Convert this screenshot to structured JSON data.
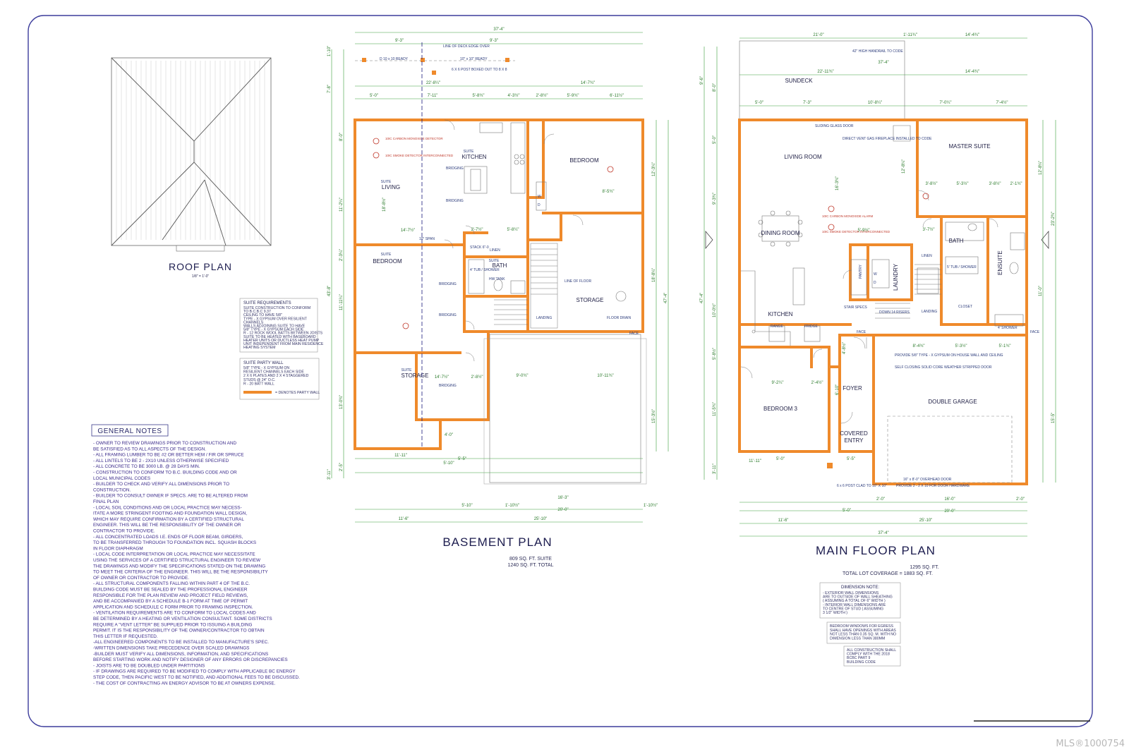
{
  "colors": {
    "wall": "#ef8a2b",
    "dimension": "#2a7a2a",
    "notes": "#3a2a8a",
    "border": "#3d3d9c",
    "red": "#c0392b"
  },
  "roof": {
    "title": "ROOF PLAN",
    "scale": "1/8\" = 1'-0\""
  },
  "basement": {
    "title": "BASEMENT PLAN",
    "area1": "809 SQ. FT. SUITE",
    "area2": "1240 SQ. FT. TOTAL",
    "rooms": {
      "kitchen": [
        "SUITE",
        "KITCHEN"
      ],
      "living": [
        "SUITE",
        "LIVING"
      ],
      "bedroom_suite": [
        "SUITE",
        "BEDROOM"
      ],
      "bedroom": "BEDROOM",
      "bath": [
        "SUITE",
        "BATH"
      ],
      "storage": "STORAGE",
      "storage_suite": [
        "SUITE",
        "STORAGE"
      ]
    },
    "dims_top": [
      "37'-4\"",
      "9'-3\"",
      "9'-3\"",
      "22'-8¼\"",
      "14'-7¾\"",
      "5'-0\"",
      "7'-11\"",
      "5'-8¾\"",
      "4'-3½\"",
      "2'-8½\"",
      "5'-9¾\"",
      "6'-11½\""
    ],
    "dims_bottom": [
      "11'-11\"",
      "5'-10\"",
      "5'-10\"",
      "1'-10½\"",
      "20'-0\"",
      "16'-3\"",
      "11'-6\"",
      "25'-10\"",
      "1'-10½\""
    ],
    "dims_left": [
      "1'-10\"",
      "7'-8\"",
      "8'-0\"",
      "11'-2¼\"",
      "2'-3¼\"",
      "43'-8\"",
      "11'-11¼\"",
      "13'-0¾\"",
      "2'-5\"",
      "3'-11\""
    ],
    "dims_right": [
      "12'-3¼\"",
      "18'-8¼\"",
      "47'-4\"",
      "15'-3½\""
    ],
    "dims_inner": [
      "14'-7½\"",
      "18'-8½\"",
      "8'-5¾\"",
      "5'-8¼\"",
      "2'-7½\"",
      "9'-0¾\"",
      "10'-11¾\"",
      "14'-7½\"",
      "2'-8½\"",
      "4'-0\"",
      "5'-5\""
    ],
    "labels_misc": [
      "BRIDGING",
      "10\" SPAN",
      "LINE OF FLOOR",
      "LANDING",
      "FLOOR DRAIN",
      "FACE",
      "4' TUB / SHOWER",
      "HW TANK",
      "STACK 6\"-0",
      "LINEN",
      "W",
      "D",
      "LINE OF DECK EDGE OVER",
      "6 X 6 POST BOXED OUT TO 8 X 8",
      "D 10 x 10 READY",
      "10\" x 10\" READY"
    ],
    "red_notes": [
      "10IC CARBON MONOXIDE DETECTOR",
      "10IC SMOKE DETECTOR INTERCONNECTED"
    ]
  },
  "main": {
    "title": "MAIN FLOOR PLAN",
    "area1": "1295 SQ. FT.",
    "area2": "TOTAL LOT COVERAGE = 1883 SQ. FT.",
    "rooms": {
      "sundeck": "SUNDECK",
      "living": "LIVING ROOM",
      "master": "MASTER SUITE",
      "dining": "DINING ROOM",
      "kitchen": "KITCHEN",
      "bath": "BATH",
      "ensuite": "ENSUITE",
      "laundry": "LAUNDRY",
      "pantry": "PANTRY",
      "bedroom3": "BEDROOM 3",
      "foyer": "FOYER",
      "covered": [
        "COVERED",
        "ENTRY"
      ],
      "garage": "DOUBLE GARAGE"
    },
    "dims_top": [
      "21'-0\"",
      "1'-11¾\"",
      "14'-4¾\"",
      "37'-4\"",
      "22'-11¾\"",
      "14'-4¾\"",
      "5'-0\"",
      "7'-3\"",
      "10'-8¼\"",
      "7'-0¼\"",
      "7'-4½\""
    ],
    "dims_bottom": [
      "11'-11\"",
      "5'-0\"",
      "5'-0\"",
      "5'-5\"",
      "2'-0\"",
      "16'-0\"",
      "2'-0\"",
      "20'-0\"",
      "11'-6\"",
      "25'-10\"",
      "37'-4\""
    ],
    "dims_left": [
      "9'-6\"",
      "8'-0\"",
      "5'-0\"",
      "9'-3¾\"",
      "47'-4\"",
      "10'-0½\"",
      "5'-8½\"",
      "11'-5¾\"",
      "3'-11\""
    ],
    "dims_right": [
      "12'-8¼\"",
      "23'-2¾\"",
      "11'-0\"",
      "15'-5\""
    ],
    "dims_inner": [
      "3'-8½\"",
      "5'-3½\"",
      "3'-8½\"",
      "2'-1¾\"",
      "3'-7½\"",
      "8'-4¾\"",
      "5'-3½\"",
      "5'-1¾\"",
      "9'-2¼\"",
      "2'-4½\"",
      "12'-8¼\"",
      "16'-3¾\"",
      "4'-8½\"",
      "5'-9½\"",
      "6'-10\""
    ],
    "labels_misc": [
      "42\" HIGH HANDRAIL TO CODE",
      "SLIDING GLASS DOOR",
      "DIRECT VENT GAS FIREPLACE INSTALLED TO CODE",
      "STAIR SPECS",
      "DOWN 14 RISERS",
      "LANDING",
      "FRIDGE",
      "RANGE",
      "FACE",
      "5' TUB / SHOWER",
      "CLOSET",
      "4' SHOWER",
      "W",
      "D",
      "LINEN",
      "16\" x 8'-0\" OVERHEAD DOOR",
      "PROVIDE 2 - 2 X 10 FOR DOOR HARDWARE",
      "6 x 6 POST CLAD TO 10\" X 10\"",
      "PROVIDE 5/8\" TYPE - X GYPSUM ON HOUSE WALL AND CEILING",
      "SELF CLOSING SOLID CORE WEATHER STRIPPED DOOR"
    ],
    "red_notes": [
      "10IC CARBON MONOXIDE ALARM",
      "10IC SMOKE DETECTOR INTERCONNECTED"
    ]
  },
  "suite_req": {
    "title": "SUITE REQUIREMENTS",
    "lines": [
      "SUITE CONSTRUCTION TO CONFORM",
      "TO B.C.B.C 9.37",
      "CEILING TO HAVE 5/8\"",
      "TYPE - X GYPSUM OVER RESILIENT",
      "CHANNELS",
      "WALLS ADJOINING SUITE TO HAVE",
      "5/8\" TYPE - X GYPSUM EACH SIDE",
      "R - 12 ROCK WOOL BATTS BETWEEN JOISTS",
      "SUITE TO BE HEATED WITH BASEBOARD",
      "HEATER UNITS OR DUCTLESS HEAT PUMP",
      "UNIT INDEPENDENT FROM MAIN RESIDENCE",
      "HEATING SYSTEM"
    ]
  },
  "party_wall": {
    "title": "SUITE PARTY WALL",
    "lines": [
      "5/8\" TYPE - X GYPSUM ON",
      "RESILIENT CHANNELS EACH SIDE",
      "2 X 6 PLATES AND 2 X 4 STAGGERED",
      "STUDS @ 24\" O.C.",
      "R - 20 BATT WALL"
    ],
    "legend": "= DENOTES PARTY WALL"
  },
  "notes": {
    "title": "GENERAL NOTES",
    "lines": [
      "- OWNER TO REVIEW DRAWINGS PRIOR TO CONSTRUCTION AND",
      "  BE SATISFIED AS TO ALL ASPECTS OF THE DESIGN.",
      "- ALL FRAMING LUMBER TO BE #2 OR BETTER HEM / FIR OR SPRUCE",
      "- ALL LINTELS TO BE 2 - 2X10 UNLESS OTHERWISE SPECIFIED",
      "- ALL CONCRETE TO BE 3000 LB. @ 28 DAYS MIN.",
      "- CONSTRUCTION TO CONFORM TO B.C. BUILDING CODE AND OR",
      "  LOCAL MUNICIPAL CODES",
      "- BUILDER TO CHECK AND VERIFY ALL DIMENSIONS PRIOR TO",
      "  CONSTRUCTION.",
      "- BUILDER TO CONSULT OWNER IF SPECS. ARE TO BE ALTERED FROM",
      "  FINAL PLAN",
      "- LOCAL SOIL CONDITIONS AND OR LOCAL PRACTICE MAY NECESS-",
      "  ITATE A MORE STRINGENT FOOTING AND FOUNDATION WALL DESIGN,",
      "  WHICH MAY REQUIRE CONFIRMATION BY A CERTIFIED STRUCTURAL",
      "  ENGINEER. THIS WILL BE THE RESPONSIBILITY OF THE OWNER OR",
      "  CONTRACTOR TO PROVIDE.",
      "- ALL CONCENTRATED LOADS I.E. ENDS OF FLOOR BEAM, GIRDERS,",
      "  TO BE TRANSFERRED THROUGH TO FOUNDATION INCL. SQUASH BLOCKS",
      "  IN FLOOR DIAPHRAGM",
      "- LOCAL CODE INTERPRETATION OR LOCAL PRACTICE MAY NECESSITATE",
      "  USING THE SERVICES OF A CERTIFIED STRUCTURAL ENGINEER TO REVIEW",
      "  THE DRAWINGS AND MODIFY THE SPECIFICATIONS STATED ON THE DRAWING",
      "  TO MEET THE CRITERIA OF THE ENGINEER. THIS WILL BE THE RESPONSIBILITY",
      "  OF OWNER OR CONTRACTOR TO PROVIDE.",
      "- ALL STRUCTURAL COMPONENTS FALLING WITHIN PART 4 OF THE B.C.",
      "  BUILDING CODE MUST BE SEALED BY THE PROFESSIONAL ENGINEER",
      "  RESPONSIBLE FOR THE PLAN REVIEW AND PROJECT FIELD REVIEWS,",
      "  AND BE ACCOMPANIED BY A SCHEDULE B-1 FORM AT TIME OF PERMIT",
      "  APPLICATION AND SCHEDULE C FORM PRIOR TO FRAMING INSPECTION.",
      "- VENTILATION REQUIREMENTS ARE TO CONFORM TO LOCAL CODES AND",
      "  BE DETERMINED BY A HEATING OR VENTILATION CONSULTANT. SOME DISTRICTS",
      "  REQUIRE A \"VENT LETTER\" BE SUPPLIED PRIOR TO ISSUING A BUILDING",
      "  PERMIT. IT IS THE RESPONSIBILITY OF THE OWNER/CONTRACTOR TO OBTAIN",
      "  THIS LETTER IF REQUESTED.",
      "-ALL ENGINEERED COMPONENTS TO BE INSTALLED TO MANUFACTURE'S SPEC.",
      "-WRITTEN DIMENSIONS TAKE PRECEDENCE OVER SCALED DRAWINGS",
      "-BUILDER MUST VERIFY ALL DIMENSIONS, INFORMATION, AND SPECIFICATIONS",
      "  BEFORE STARTING WORK AND NOTIFY DESIGNER OF ANY ERRORS OR DISCREPANCIES",
      "- JOISTS ARE TO BE DOUBLED UNDER PARTITIONS",
      "- IF DRAWINGS ARE REQUIRED TO BE MODIFIED TO COMPLY WITH APPLICABLE BC ENERGY",
      "  STEP CODE, THEN PACIFIC WEST TO BE NOTIFIED, AND ADDITIONAL FEES TO BE DISCUSSED.",
      "- THE COST OF CONTRACTING AN ENERGY ADVISOR TO BE AT OWNERS EXPENSE."
    ]
  },
  "dim_note": {
    "title": "DIMENSION NOTE:",
    "lines": [
      "- EXTERIOR WALL DIMENSIONS",
      "  ARE TO OUTSIDE OF WALL SHEATHING",
      "  ( ASSUMING A TOTAL OF 6\" WIDTH )",
      "- INTERIOR WALL DIMENSIONS ARE",
      "  TO CENTRE OF STUD ( ASSUMING",
      "  3 1/2\" WIDTH )"
    ]
  },
  "egress_note": {
    "lines": [
      "BEDROOM WINDOWS FOR EGRESS",
      "SHALL HAVE OPENINGS WITH AREAS",
      "NOT LESS THAN 0.35 SQ. M. WITH NO",
      "DIMENSION LESS THAN 380MM"
    ]
  },
  "code_note": {
    "lines": [
      "ALL CONSTRUCTION SHALL",
      "COMPLY WITH THE 2018",
      "BCBC PART 9",
      "BUILDING CODE"
    ]
  },
  "mls": "MLS®1000754"
}
